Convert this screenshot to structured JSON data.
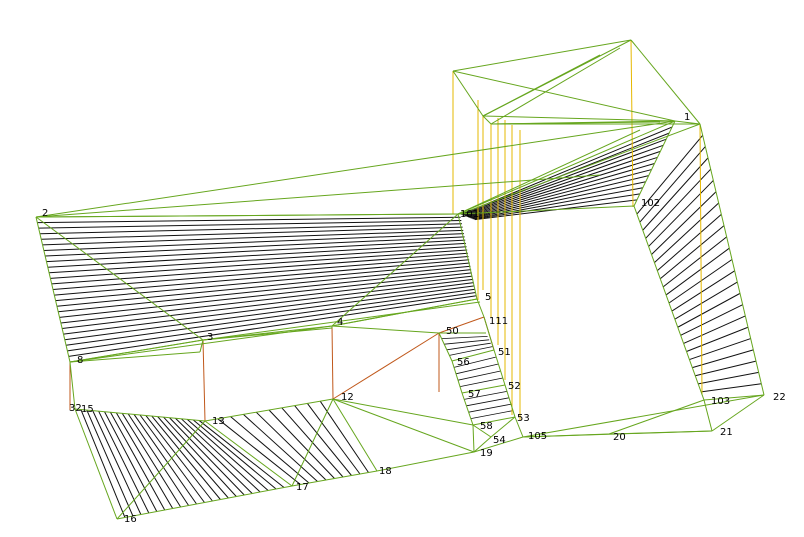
{
  "colors": {
    "background": "#ffffff",
    "mesh_edge": "#66a61e",
    "hatch": "#111111",
    "vertical_edge": "#e6b800",
    "wall_edge": "#c0581b",
    "label": "#000000"
  },
  "node_labels": [
    {
      "id": "n1",
      "text": "1"
    },
    {
      "id": "n2",
      "text": "2"
    },
    {
      "id": "n3",
      "text": "3"
    },
    {
      "id": "n4",
      "text": "4"
    },
    {
      "id": "n5",
      "text": "5"
    },
    {
      "id": "n8",
      "text": "8"
    },
    {
      "id": "n101",
      "text": "101"
    },
    {
      "id": "n102",
      "text": "102"
    },
    {
      "id": "n111",
      "text": "111"
    },
    {
      "id": "n50",
      "text": "50"
    },
    {
      "id": "n51",
      "text": "51"
    },
    {
      "id": "n52",
      "text": "52"
    },
    {
      "id": "n53",
      "text": "53"
    },
    {
      "id": "n54",
      "text": "54"
    },
    {
      "id": "n56",
      "text": "56"
    },
    {
      "id": "n57",
      "text": "57"
    },
    {
      "id": "n58",
      "text": "58"
    },
    {
      "id": "n32",
      "text": "32"
    },
    {
      "id": "n15",
      "text": "15"
    },
    {
      "id": "n13",
      "text": "13"
    },
    {
      "id": "n12",
      "text": "12"
    },
    {
      "id": "n16",
      "text": "16"
    },
    {
      "id": "n17",
      "text": "17"
    },
    {
      "id": "n18",
      "text": "18"
    },
    {
      "id": "n19",
      "text": "19"
    },
    {
      "id": "n105",
      "text": "105"
    },
    {
      "id": "n20",
      "text": "20"
    },
    {
      "id": "n21",
      "text": "21"
    },
    {
      "id": "n22",
      "text": "22"
    },
    {
      "id": "n103",
      "text": "103"
    }
  ]
}
